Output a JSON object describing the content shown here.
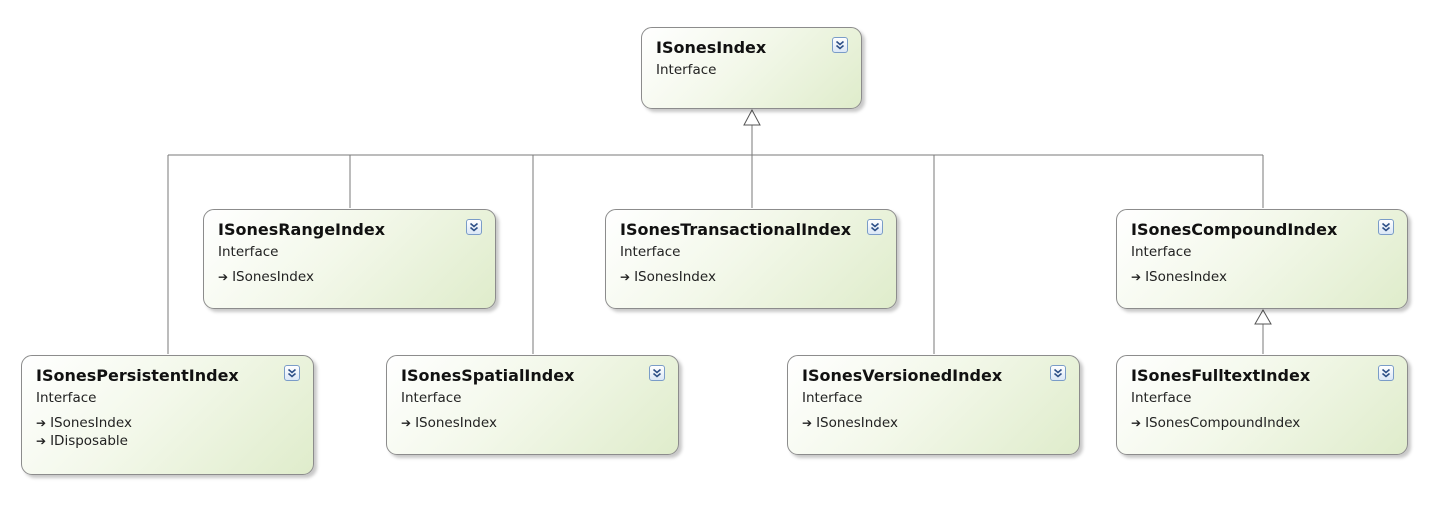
{
  "diagram": {
    "nodes": {
      "root": {
        "name": "ISonesIndex",
        "kind": "Interface",
        "toggle_icon": "double-chevron-down-icon",
        "bases": []
      },
      "range": {
        "name": "ISonesRangeIndex",
        "kind": "Interface",
        "toggle_icon": "double-chevron-down-icon",
        "bases": [
          "ISonesIndex"
        ]
      },
      "transactional": {
        "name": "ISonesTransactionalIndex",
        "kind": "Interface",
        "toggle_icon": "double-chevron-down-icon",
        "bases": [
          "ISonesIndex"
        ]
      },
      "compound": {
        "name": "ISonesCompoundIndex",
        "kind": "Interface",
        "toggle_icon": "double-chevron-down-icon",
        "bases": [
          "ISonesIndex"
        ]
      },
      "persistent": {
        "name": "ISonesPersistentIndex",
        "kind": "Interface",
        "toggle_icon": "double-chevron-down-icon",
        "bases": [
          "ISonesIndex",
          "IDisposable"
        ]
      },
      "spatial": {
        "name": "ISonesSpatialIndex",
        "kind": "Interface",
        "toggle_icon": "double-chevron-down-icon",
        "bases": [
          "ISonesIndex"
        ]
      },
      "versioned": {
        "name": "ISonesVersionedIndex",
        "kind": "Interface",
        "toggle_icon": "double-chevron-down-icon",
        "bases": [
          "ISonesIndex"
        ]
      },
      "fulltext": {
        "name": "ISonesFulltextIndex",
        "kind": "Interface",
        "toggle_icon": "double-chevron-down-icon",
        "bases": [
          "ISonesCompoundIndex"
        ]
      }
    },
    "inheritance": [
      {
        "from": "range",
        "to": "root"
      },
      {
        "from": "transactional",
        "to": "root"
      },
      {
        "from": "compound",
        "to": "root"
      },
      {
        "from": "persistent",
        "to": "root"
      },
      {
        "from": "spatial",
        "to": "root"
      },
      {
        "from": "versioned",
        "to": "root"
      },
      {
        "from": "fulltext",
        "to": "compound"
      }
    ],
    "colors": {
      "box_gradient_end": "#dfeccb",
      "box_border": "#8c8c8c",
      "connector": "#7a7a7a",
      "toggle_border": "#7a9cc8"
    }
  }
}
